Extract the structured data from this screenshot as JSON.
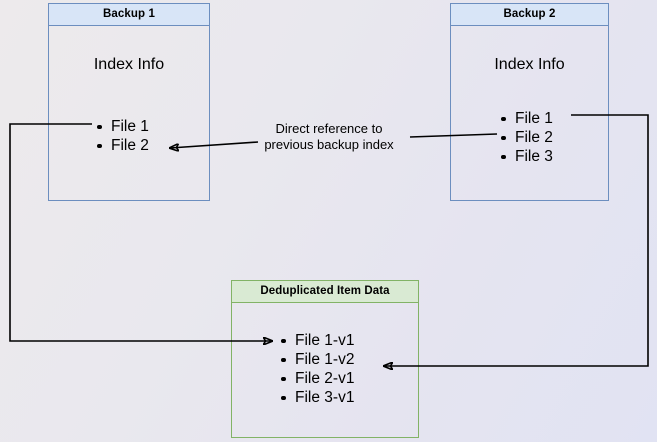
{
  "diagram": {
    "title_hidden": "Backup deduplication index reference diagram",
    "background": {
      "gradient_start": "#edeaec",
      "gradient_end": "#e1e3f3"
    },
    "colors": {
      "blue_border": "#6c8ebf",
      "blue_header_fill": "#d8e5f7",
      "green_border": "#82b366",
      "green_header_fill": "#d9ead3",
      "edge_stroke": "#000000"
    },
    "boxes": [
      {
        "id": "backup-1",
        "header": "Backup 1",
        "section_label": "Index Info",
        "items": [
          "File 1",
          "File 2"
        ]
      },
      {
        "id": "backup-2",
        "header": "Backup 2",
        "section_label": "Index Info",
        "items": [
          "File 1",
          "File 2",
          "File 3"
        ]
      },
      {
        "id": "deduplicated-item-data",
        "header": "Deduplicated Item Data",
        "items": [
          "File 1-v1",
          "File 1-v2",
          "File 2-v1",
          "File 3-v1"
        ]
      }
    ],
    "annotations": [
      {
        "id": "direct-reference",
        "line1": "Direct reference to",
        "line2": "previous backup index"
      }
    ]
  }
}
